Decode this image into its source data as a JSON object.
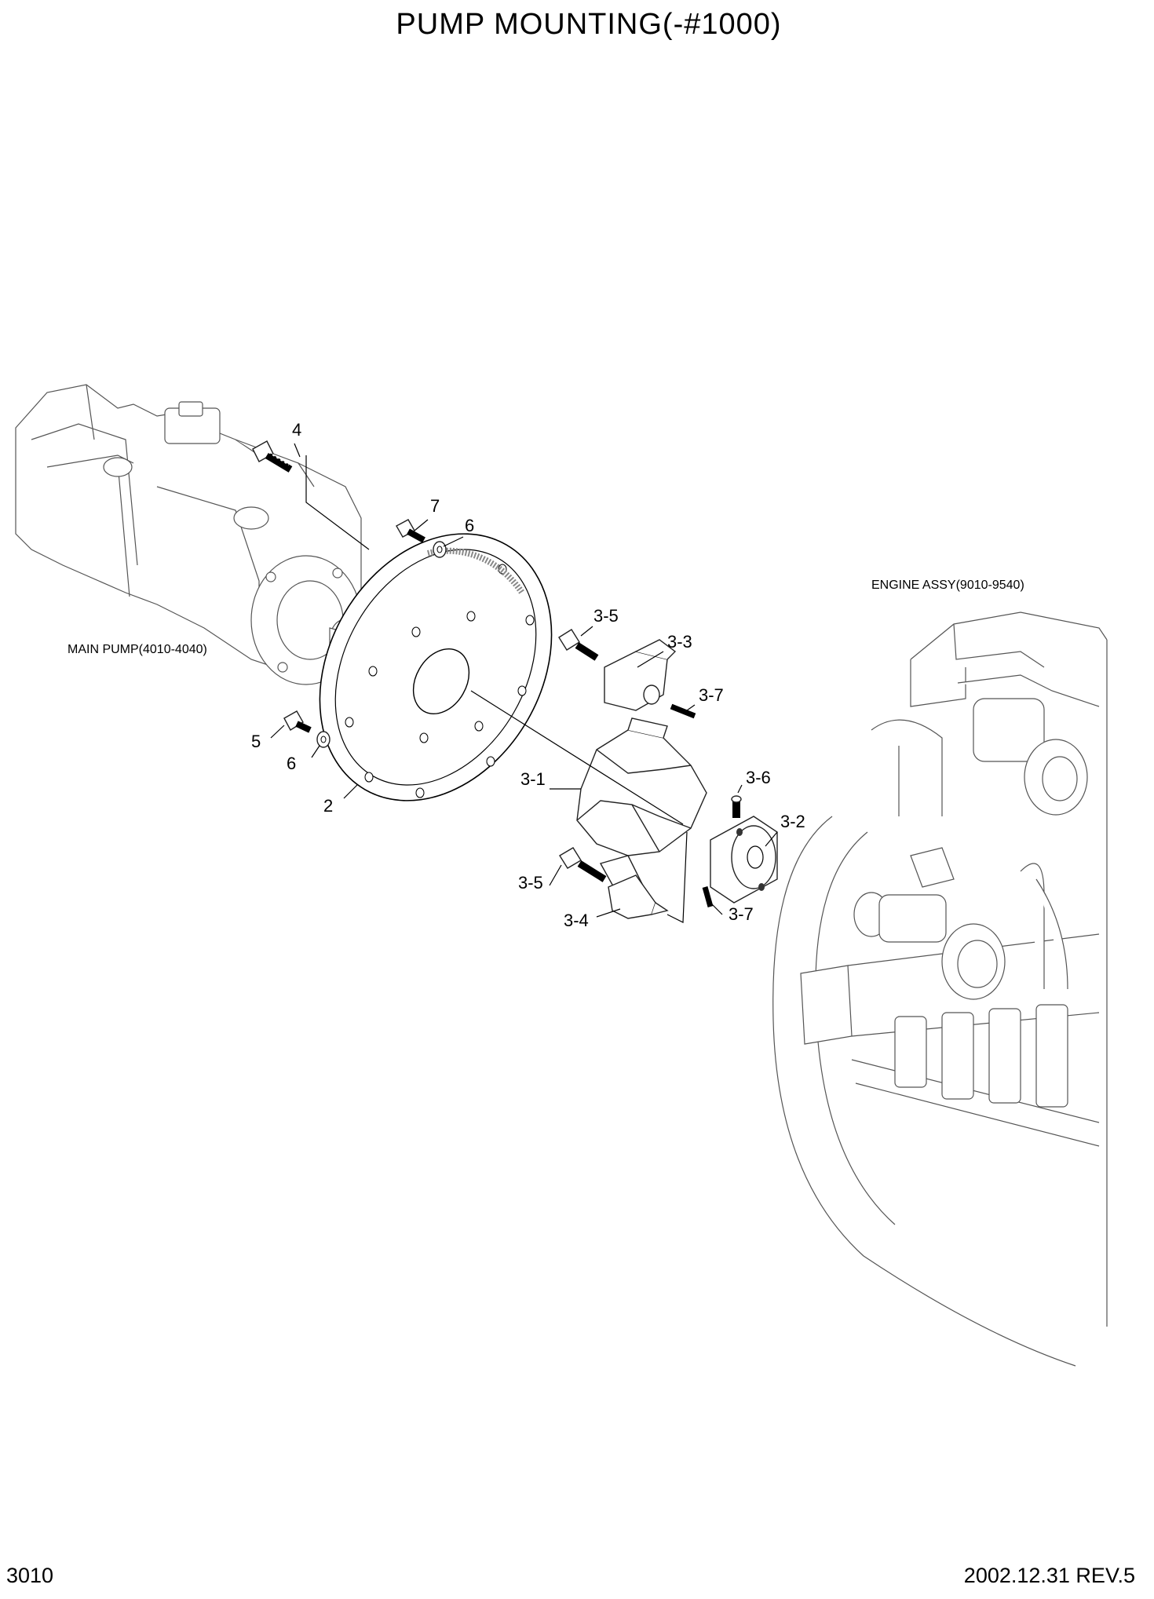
{
  "title": "PUMP MOUNTING(-#1000)",
  "page_number": "3010",
  "revision": "2002.12.31 REV.5",
  "captions": {
    "main_pump": "MAIN PUMP(4010-4040)",
    "engine_assy": "ENGINE ASSY(9010-9540)"
  },
  "callouts": {
    "c4": "4",
    "c7": "7",
    "c6_top": "6",
    "c3_5_top": "3-5",
    "c3_3": "3-3",
    "c3_7_top": "3-7",
    "c5": "5",
    "c6_bottom": "6",
    "c2": "2",
    "c3_1": "3-1",
    "c3_6": "3-6",
    "c3_2": "3-2",
    "c3_5_bottom": "3-5",
    "c3_4": "3-4",
    "c3_7_bottom": "3-7"
  }
}
